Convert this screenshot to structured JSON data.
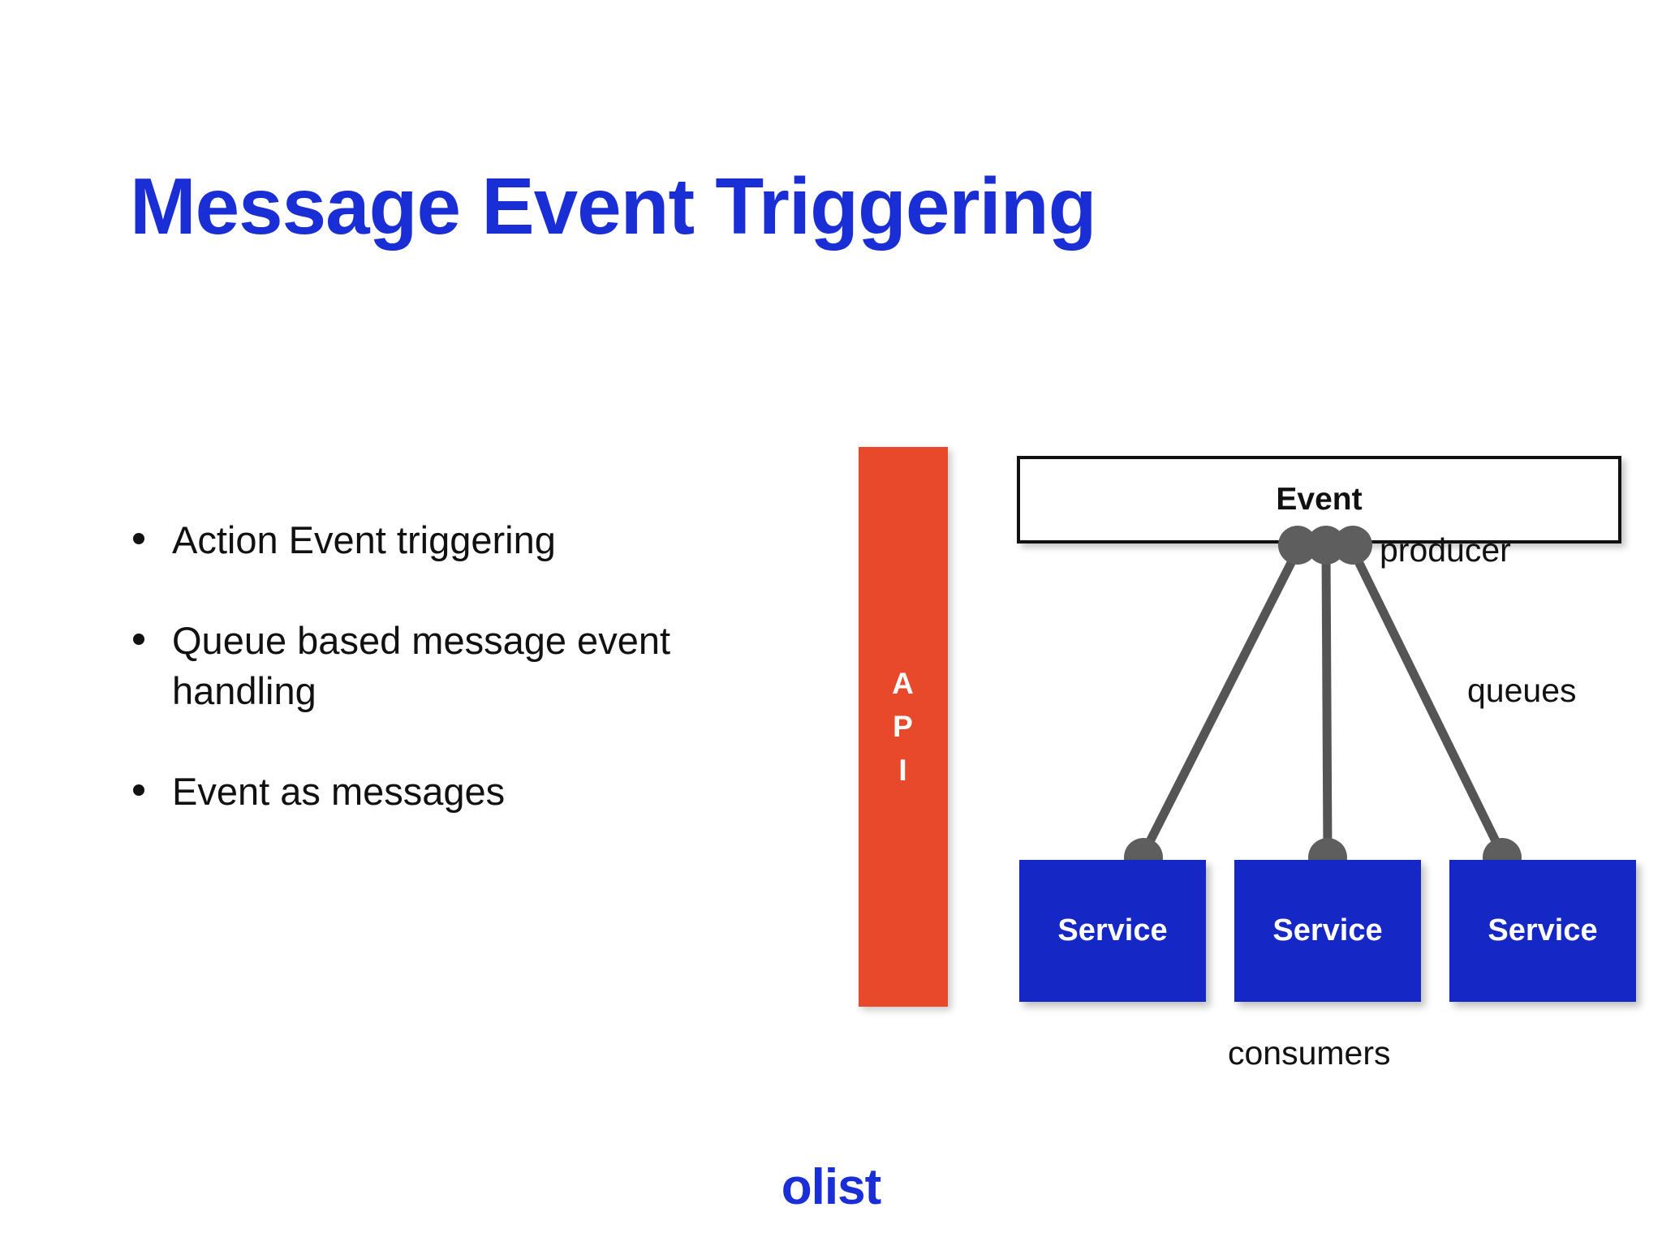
{
  "slide": {
    "title": "Message Event Triggering",
    "background_color": "#ffffff",
    "title_color": "#1a2ed6"
  },
  "bullets": [
    {
      "text": "Action Event triggering"
    },
    {
      "text": "Queue based message event handling"
    },
    {
      "text": "Event as messages"
    }
  ],
  "diagram": {
    "api": {
      "label": "API",
      "letters": [
        "A",
        "P",
        "I"
      ],
      "color": "#e8492b"
    },
    "event_box": {
      "label": "Event",
      "fill": "#ffffff",
      "border_color": "#111111"
    },
    "annotations": {
      "producer": "producer",
      "queues": "queues",
      "consumers": "consumers"
    },
    "services": [
      {
        "label": "Service",
        "color": "#1527c4"
      },
      {
        "label": "Service",
        "color": "#1527c4"
      },
      {
        "label": "Service",
        "color": "#1527c4"
      }
    ],
    "connector_color": "#555555",
    "node_color": "#5e5e5e"
  },
  "footer": {
    "logo_text": "olist",
    "logo_color": "#1a2ed6"
  }
}
